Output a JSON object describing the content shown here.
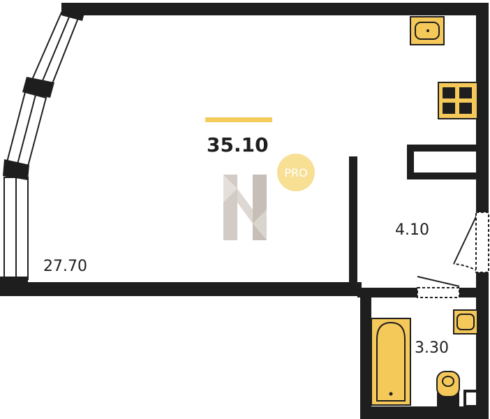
{
  "plan": {
    "total_area": "35.10",
    "badge": "PRO",
    "rooms": {
      "main_room_area": "27.70",
      "hallway_area": "4.10",
      "bathroom_area": "3.30"
    }
  },
  "colors": {
    "wall": "#1e1e1e",
    "fixture": "#f5c85a",
    "accent": "#f3cc5c",
    "badge": "#f7df94",
    "logo": "#c7bfb8"
  },
  "icons": [
    "sink-icon",
    "stove-icon",
    "bathtub-icon",
    "toilet-icon",
    "logo-icon"
  ]
}
